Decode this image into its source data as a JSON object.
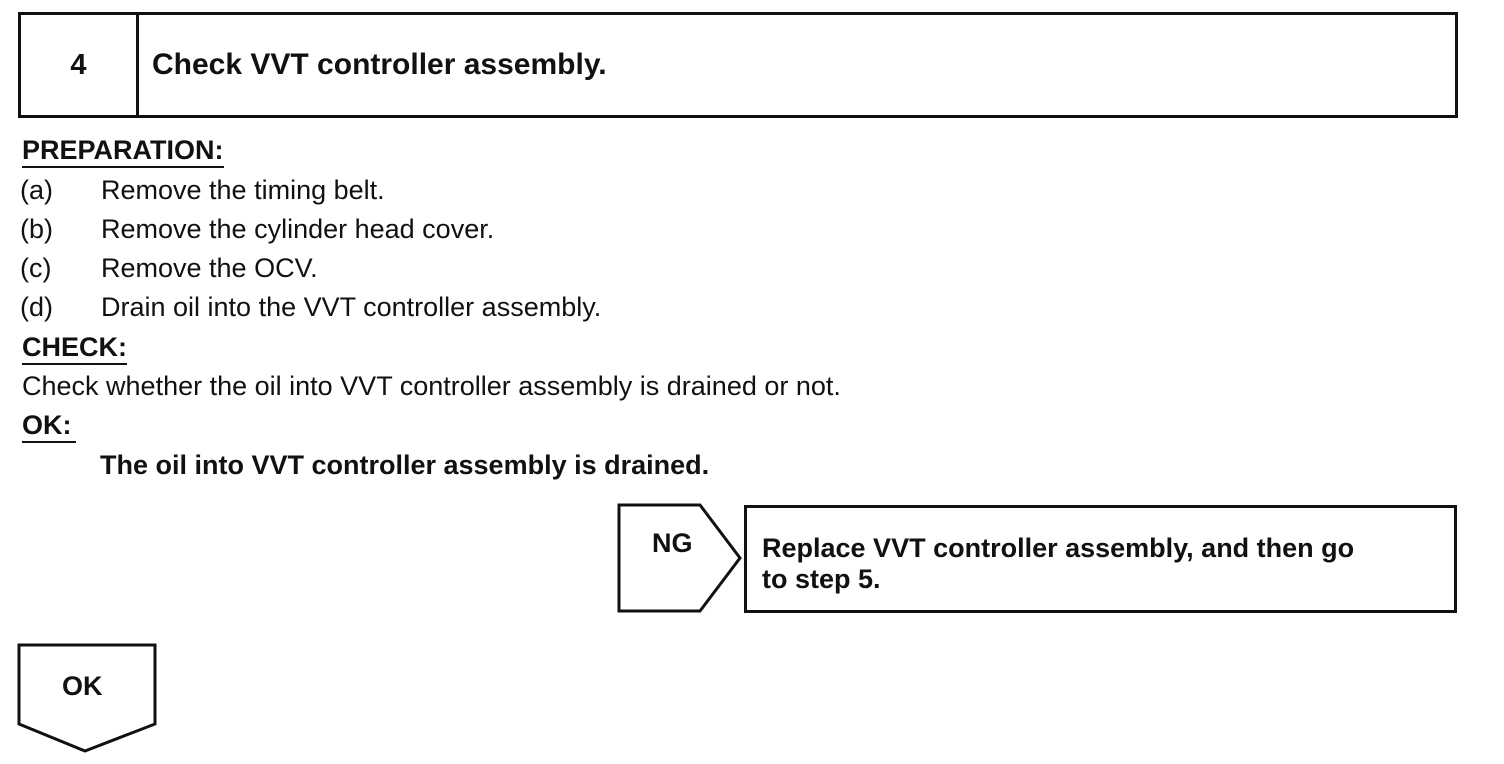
{
  "step": {
    "number": "4",
    "title": "Check VVT controller assembly."
  },
  "preparation": {
    "heading": "PREPARATION:",
    "items": [
      {
        "marker": "(a)",
        "text": "Remove the timing belt."
      },
      {
        "marker": "(b)",
        "text": "Remove the cylinder head cover."
      },
      {
        "marker": "(c)",
        "text": "Remove the OCV."
      },
      {
        "marker": "(d)",
        "text": "Drain oil into the VVT controller assembly."
      }
    ]
  },
  "check": {
    "heading": "CHECK:",
    "text": "Check whether the oil into VVT controller assembly is drained or not."
  },
  "ok": {
    "heading": "OK:",
    "criteria": "The oil into VVT controller assembly is drained."
  },
  "ng_branch": {
    "label": "NG",
    "action_line1": "Replace VVT controller assembly, and then go",
    "action_line2": "to step 5."
  },
  "ok_branch": {
    "label": "OK"
  }
}
